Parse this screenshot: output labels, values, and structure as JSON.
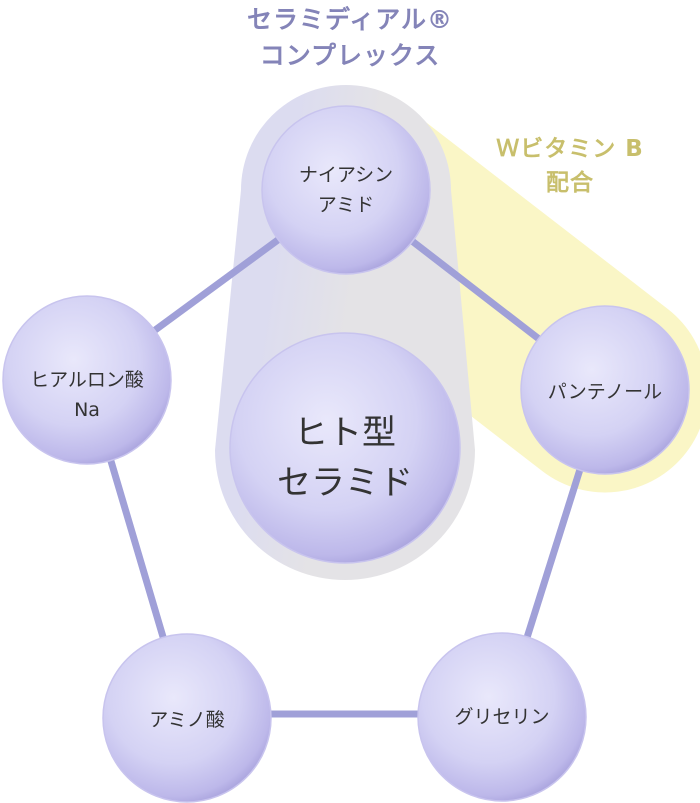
{
  "title": "セラミディアル®\nコンプレックス",
  "vitamin_label": "Ｗビタミン B\n配合",
  "center": "ヒト型\nセラミド",
  "nodes": {
    "niacinamide": "ナイアシン\nアミド",
    "hyaluronic": "ヒアルロン酸\nNa",
    "panthenol": "パンテノール",
    "amino": "アミノ酸",
    "glycerin": "グリセリン"
  },
  "colors": {
    "title": "#8484b8",
    "vitamin": "#c8bf6c",
    "line": "#a0a0d8",
    "capsule": "#e3e2e6",
    "highlight": "#faf6c6"
  }
}
